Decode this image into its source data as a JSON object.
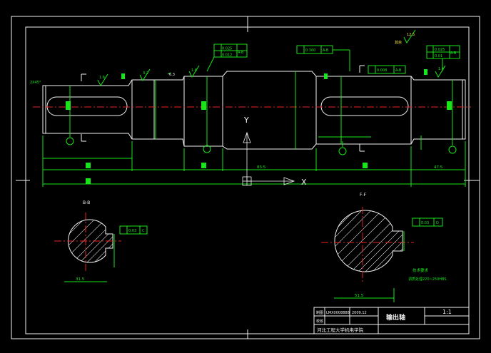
{
  "drawing": {
    "title": "输出轴",
    "scale": "1:1",
    "school": "河北工程大学机电学院",
    "row1_label": "制图",
    "row1_value": "LMX0008888",
    "row1_date": "2009.12",
    "row2_label": "校核"
  },
  "annotations": {
    "section_a_label": "B-B",
    "section_b_label": "F-F",
    "roughness_top": "12.5",
    "roughness_note": "其余",
    "chamfer_left": "2X45°",
    "note_title": "技术要求",
    "note_line": "调质处理220~250HBS"
  },
  "tolerances": {
    "t1_top": "0.025",
    "t1_bot": "0.012",
    "t1_datum": "A-B",
    "t2": "0.300",
    "t2_datum": "A-B",
    "t3": "0.008",
    "t3_datum": "A-B",
    "t4_top": "0.025",
    "t4_bot": "0.01",
    "t4_datum": "A-B",
    "sec_a_tol": "0.03",
    "sec_a_datum": "C",
    "sec_b_tol": "0.03",
    "sec_b_datum": "D"
  },
  "dimensions": {
    "mid": "83.5",
    "right": "47.5",
    "sec_a_width": "31.5",
    "sec_b_width": "51.5",
    "rough_a": "1.6",
    "rough_b": "3.2",
    "rough_c": "6.3"
  },
  "axes": {
    "y": "Y",
    "x": "X"
  },
  "colors": {
    "background": "#000000",
    "lines": "#f2f2f2",
    "dimension": "#19e619",
    "centerline": "#e52222"
  }
}
